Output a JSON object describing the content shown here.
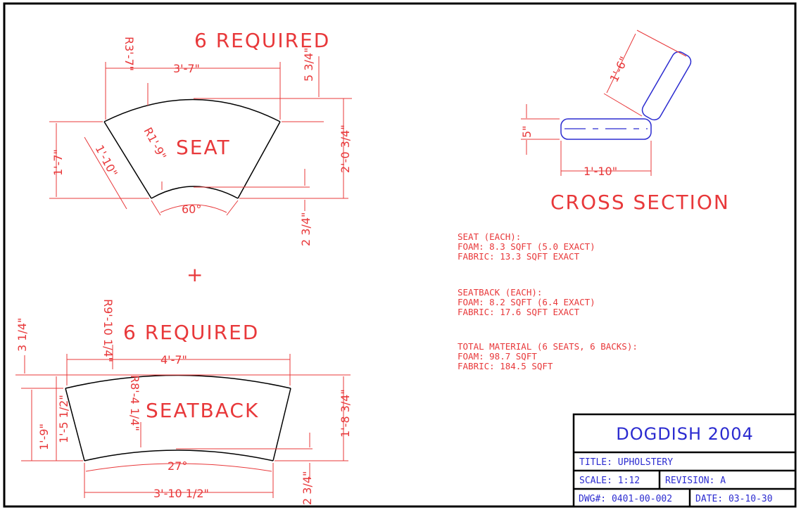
{
  "seat": {
    "required": "6 REQUIRED",
    "label": "SEAT",
    "dim_radius_outer": "R3'-7\"",
    "dim_chord_top": "3'-7\"",
    "dim_top_rise": "5 3/4\"",
    "dim_total_height": "2'-0 3/4\"",
    "dim_left_height": "1'-7\"",
    "dim_side": "1'-10\"",
    "dim_radius_inner": "R1'-9\"",
    "dim_angle": "60°",
    "dim_bottom_rise": "2 3/4\""
  },
  "plus_mark": "+",
  "seatback": {
    "required": "6 REQUIRED",
    "label": "SEATBACK",
    "dim_radius_outer": "R9'-10 1/4\"",
    "dim_top_rise": "3 1/4\"",
    "dim_chord_top": "4'-7\"",
    "dim_radius_inner": "R8'-4 1/4\"",
    "dim_left_a": "1'-9\"",
    "dim_left_b": "1'-5 1/2\"",
    "dim_right_height": "1'-8 3/4\"",
    "dim_angle": "27°",
    "dim_chord_bottom": "3'-10 1/2\"",
    "dim_bottom_rise": "2 3/4\""
  },
  "cross_section": {
    "title": "CROSS SECTION",
    "dim_thickness": "5\"",
    "dim_width": "1'-10\"",
    "dim_back": "1'-6\""
  },
  "notes": [
    {
      "heading": "SEAT (EACH):",
      "lines": [
        "FOAM: 8.3 SQFT (5.0 EXACT)",
        "FABRIC: 13.3 SQFT EXACT"
      ]
    },
    {
      "heading": "SEATBACK (EACH):",
      "lines": [
        "FOAM: 8.2 SQFT (6.4 EXACT)",
        "FABRIC: 17.6 SQFT EXACT"
      ]
    },
    {
      "heading": "TOTAL MATERIAL (6 SEATS, 6 BACKS):",
      "lines": [
        "FOAM: 98.7 SQFT",
        "FABRIC: 184.5 SQFT"
      ]
    }
  ],
  "title_block": {
    "project": "DOGDISH 2004",
    "title": "TITLE: UPHOLSTERY",
    "scale": "SCALE: 1:12",
    "revision": "REVISION: A",
    "dwg": "DWG#: 0401-00-002",
    "date": "DATE: 03-10-30"
  },
  "colors": {
    "dimension": "#e8383a",
    "outline": "#000000",
    "cross_section_outline": "#2b2bd0",
    "title_text": "#2b2bd0"
  }
}
